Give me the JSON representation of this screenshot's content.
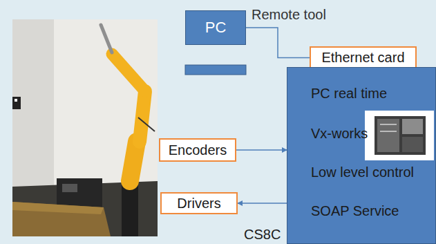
{
  "diagram": {
    "nodes": [
      {
        "text": [
          "PC"
        ]
      },
      {
        "text": [
          "Ethernet card"
        ]
      },
      {
        "text": [
          "PC real time",
          "Vx-works",
          "Low level control",
          "SOAP Service",
          "CS8C"
        ]
      },
      {
        "text": [
          "Encoders"
        ]
      },
      {
        "text": [
          "Drivers"
        ]
      }
    ],
    "edges": [
      {
        "from": 0,
        "to": 1,
        "arrow": "none"
      },
      {
        "from": 3,
        "to": 2,
        "arrow": "to"
      },
      {
        "from": 2,
        "to": 4,
        "arrow": "to"
      }
    ],
    "labels": [
      "Remote tool"
    ]
  }
}
